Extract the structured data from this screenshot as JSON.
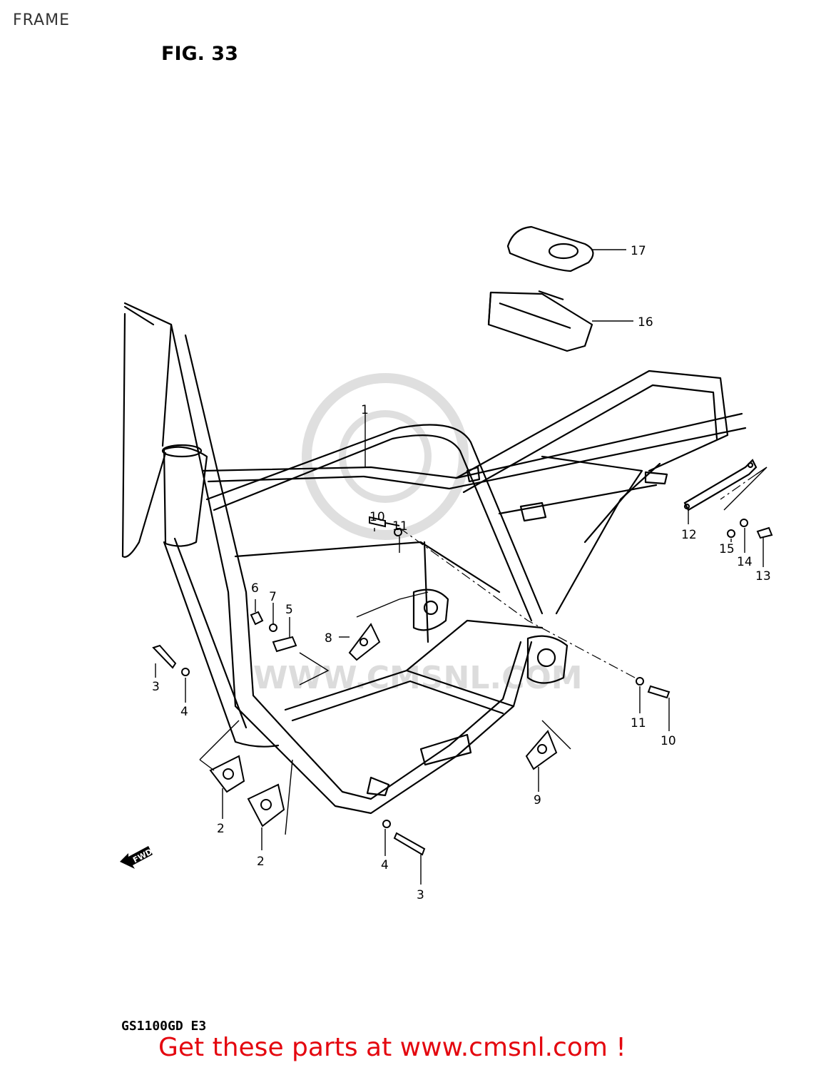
{
  "header": {
    "section": "FRAME",
    "figure": "FIG. 33"
  },
  "watermark": {
    "text": "WWW.CMSNL.COM"
  },
  "callouts": [
    {
      "id": "c1",
      "text": "1"
    },
    {
      "id": "c2a",
      "text": "2"
    },
    {
      "id": "c2b",
      "text": "2"
    },
    {
      "id": "c3a",
      "text": "3"
    },
    {
      "id": "c3b",
      "text": "3"
    },
    {
      "id": "c4a",
      "text": "4"
    },
    {
      "id": "c4b",
      "text": "4"
    },
    {
      "id": "c5",
      "text": "5"
    },
    {
      "id": "c6",
      "text": "6"
    },
    {
      "id": "c7",
      "text": "7"
    },
    {
      "id": "c8",
      "text": "8"
    },
    {
      "id": "c9",
      "text": "9"
    },
    {
      "id": "c10a",
      "text": "10"
    },
    {
      "id": "c10b",
      "text": "10"
    },
    {
      "id": "c11a",
      "text": "11"
    },
    {
      "id": "c11b",
      "text": "11"
    },
    {
      "id": "c12",
      "text": "12"
    },
    {
      "id": "c13",
      "text": "13"
    },
    {
      "id": "c14",
      "text": "14"
    },
    {
      "id": "c15",
      "text": "15"
    },
    {
      "id": "c16",
      "text": "16"
    },
    {
      "id": "c17",
      "text": "17"
    }
  ],
  "fwd_label": "FWD",
  "footer": {
    "model": "GS1100GD E3",
    "promo": "Get these parts at www.cmsnl.com !"
  },
  "colors": {
    "promo": "#e4070f",
    "line": "#000000",
    "watermark": "#d9d9d9"
  }
}
